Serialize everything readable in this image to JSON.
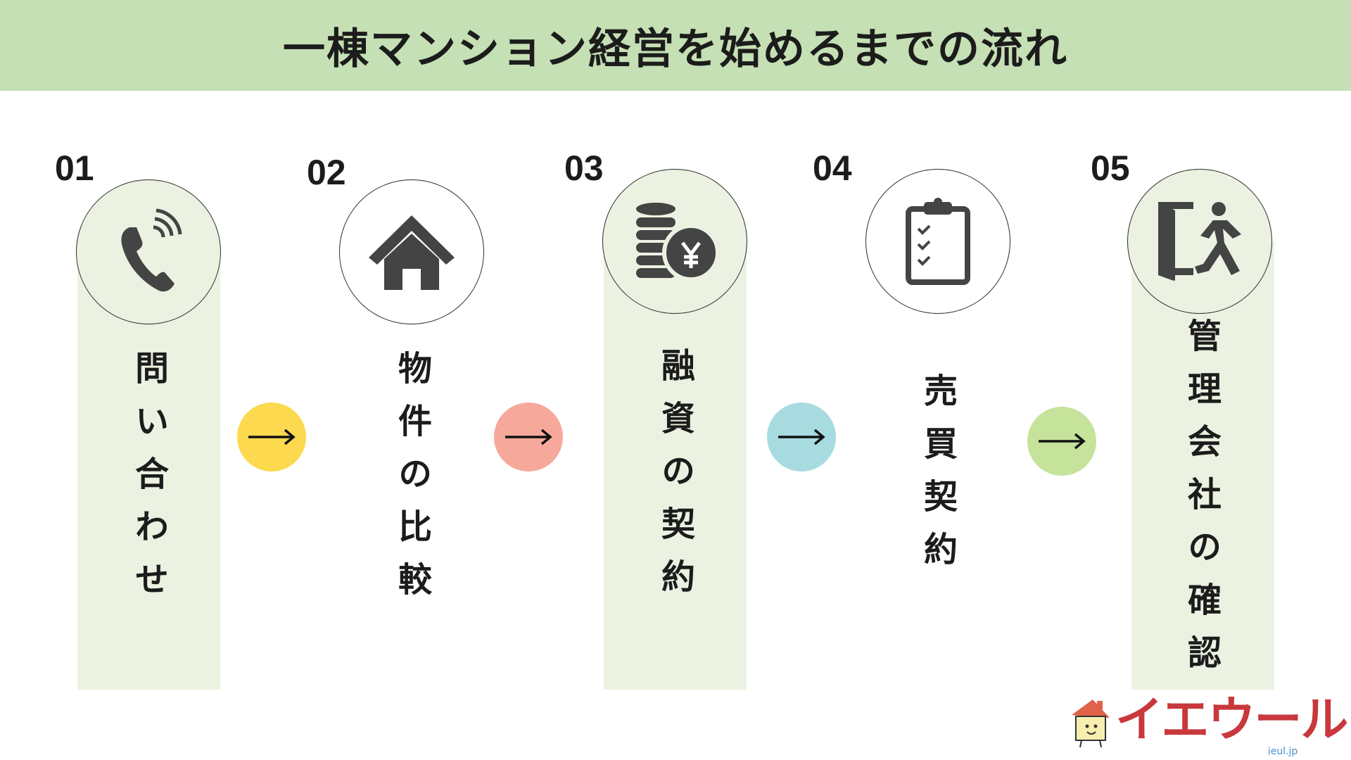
{
  "title": "一棟マンション経営を始めるまでの流れ",
  "steps": [
    {
      "number": "01",
      "label": "問い合わせ",
      "icon": "phone-icon"
    },
    {
      "number": "02",
      "label": "物件の比較",
      "icon": "house-icon"
    },
    {
      "number": "03",
      "label": "融資の契約",
      "icon": "coins-yen-icon"
    },
    {
      "number": "04",
      "label": "売買契約",
      "icon": "clipboard-checklist-icon"
    },
    {
      "number": "05",
      "label": "管理会社の確認",
      "icon": "exit-door-icon"
    }
  ],
  "arrows": [
    {
      "color": "#fdd94f"
    },
    {
      "color": "#f6a99a"
    },
    {
      "color": "#a8dbe0"
    },
    {
      "color": "#c5e39a"
    }
  ],
  "logo": {
    "name": "イエウール",
    "domain": "ieul.jp"
  }
}
